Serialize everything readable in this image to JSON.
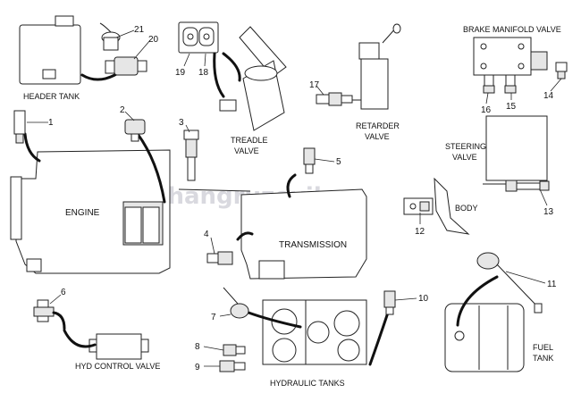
{
  "watermark": "shangruzovik.ru",
  "components": {
    "header_tank": "HEADER TANK",
    "brake_manifold_valve": "BRAKE MANIFOLD VALVE",
    "treadle_valve_1": "TREADLE",
    "treadle_valve_2": "VALVE",
    "retarder_valve_1": "RETARDER",
    "retarder_valve_2": "VALVE",
    "steering_valve_1": "STEERING",
    "steering_valve_2": "VALVE",
    "engine": "ENGINE",
    "transmission": "TRANSMISSION",
    "body": "BODY",
    "hyd_control_valve": "HYD CONTROL VALVE",
    "hydraulic_tanks": "HYDRAULIC TANKS",
    "fuel_tank_1": "FUEL",
    "fuel_tank_2": "TANK"
  },
  "callouts": [
    "1",
    "2",
    "3",
    "4",
    "5",
    "6",
    "7",
    "8",
    "9",
    "10",
    "11",
    "12",
    "13",
    "14",
    "15",
    "16",
    "17",
    "18",
    "19",
    "20",
    "21"
  ]
}
